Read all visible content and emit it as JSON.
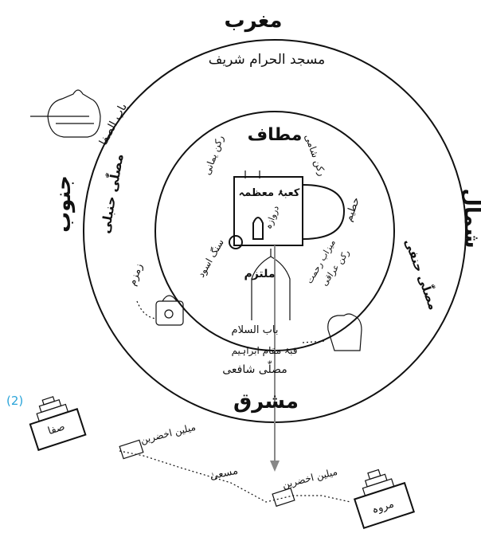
{
  "figure_number": "(2)",
  "directions": {
    "west": "مغرب",
    "east": "مشرق",
    "north": "شمال",
    "south": "جنوب"
  },
  "masjid": "مسجد الحرام شریف",
  "mataf": "مطاف",
  "kaaba": "کعبۂ معظمہ",
  "door": "دروازہ",
  "hateem": "حطیم",
  "meezab": "میزاب رحمت",
  "hajar_aswad": "سنگ اسود",
  "rukn_shami": "رکن شامی",
  "rukn_iraqi": "رکن عراقی",
  "rukn_yamani": "رکن یمانی",
  "multazam": "ملتزم",
  "bab_salam": "باب السلام",
  "maqam_ibrahim": "قبۂ مقام ابراہیم",
  "musalla_shafii": "مصلّٰی شافعی",
  "musalla_hanafi": "مصلّٰی حنفی",
  "musalla_hanbali": "مصلّٰی حنبلی",
  "zamzam": "زمزم",
  "bab_safa": "باب الصفا",
  "mas_a": "مسعیٰ",
  "safa": "صفا",
  "marwa": "مروہ",
  "mil_akhzar": "میلین اخضرین",
  "rukn_note": "رکن یمانی"
}
